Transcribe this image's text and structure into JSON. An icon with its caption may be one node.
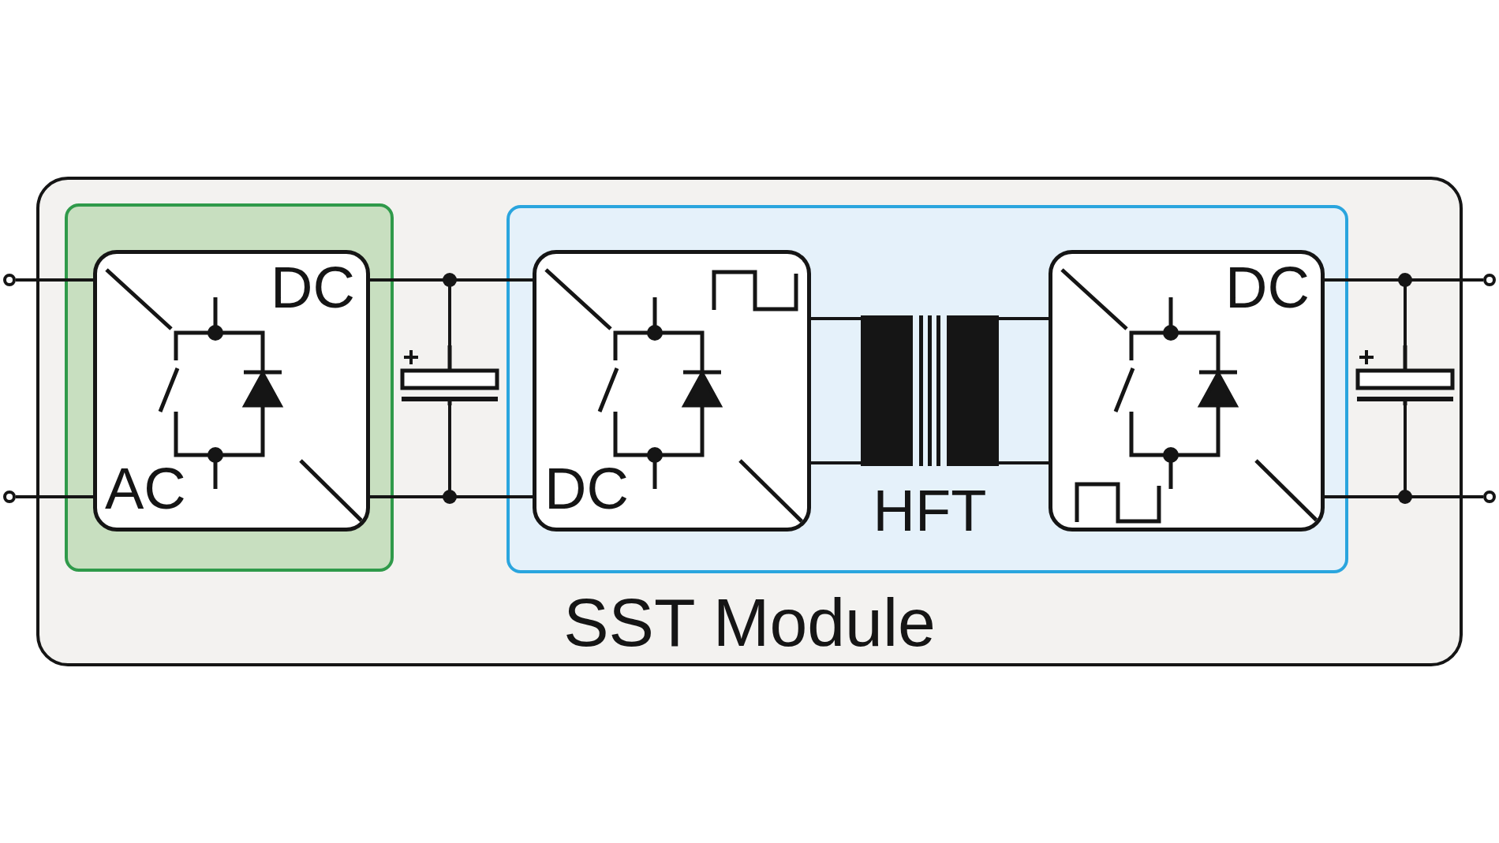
{
  "diagram": {
    "nodes": [
      {
        "text": [
          "SST Module"
        ]
      },
      {
        "text": [],
        "shape": "box",
        "in": 0
      },
      {
        "text": [
          "DC",
          "AC"
        ],
        "in": 1
      },
      {
        "text": [],
        "shape": "box",
        "in": 0
      },
      {
        "text": [
          "DC"
        ],
        "in": 3
      },
      {
        "text": [
          "HFT"
        ],
        "in": 3
      },
      {
        "text": [
          "DC"
        ],
        "in": 3
      },
      {
        "text": [],
        "shape": "capacitor",
        "in": 0
      },
      {
        "text": [],
        "shape": "capacitor",
        "in": 0
      },
      {
        "text": [],
        "shape": "circle"
      },
      {
        "text": [],
        "shape": "circle"
      },
      {
        "text": [],
        "shape": "circle"
      },
      {
        "text": [],
        "shape": "circle"
      }
    ],
    "edges": [
      {
        "from": 9,
        "to": 2,
        "arrow": "none"
      },
      {
        "from": 10,
        "to": 2,
        "arrow": "none"
      },
      {
        "from": 2,
        "to": 7,
        "arrow": "none"
      },
      {
        "from": 7,
        "to": 4,
        "arrow": "none"
      },
      {
        "from": 2,
        "to": 7,
        "arrow": "none"
      },
      {
        "from": 7,
        "to": 4,
        "arrow": "none"
      },
      {
        "from": 4,
        "to": 5,
        "arrow": "none"
      },
      {
        "from": 4,
        "to": 5,
        "arrow": "none"
      },
      {
        "from": 5,
        "to": 6,
        "arrow": "none"
      },
      {
        "from": 5,
        "to": 6,
        "arrow": "none"
      },
      {
        "from": 6,
        "to": 8,
        "arrow": "none"
      },
      {
        "from": 8,
        "to": 11,
        "arrow": "none"
      },
      {
        "from": 6,
        "to": 8,
        "arrow": "none"
      },
      {
        "from": 8,
        "to": 12,
        "arrow": "none"
      }
    ]
  }
}
